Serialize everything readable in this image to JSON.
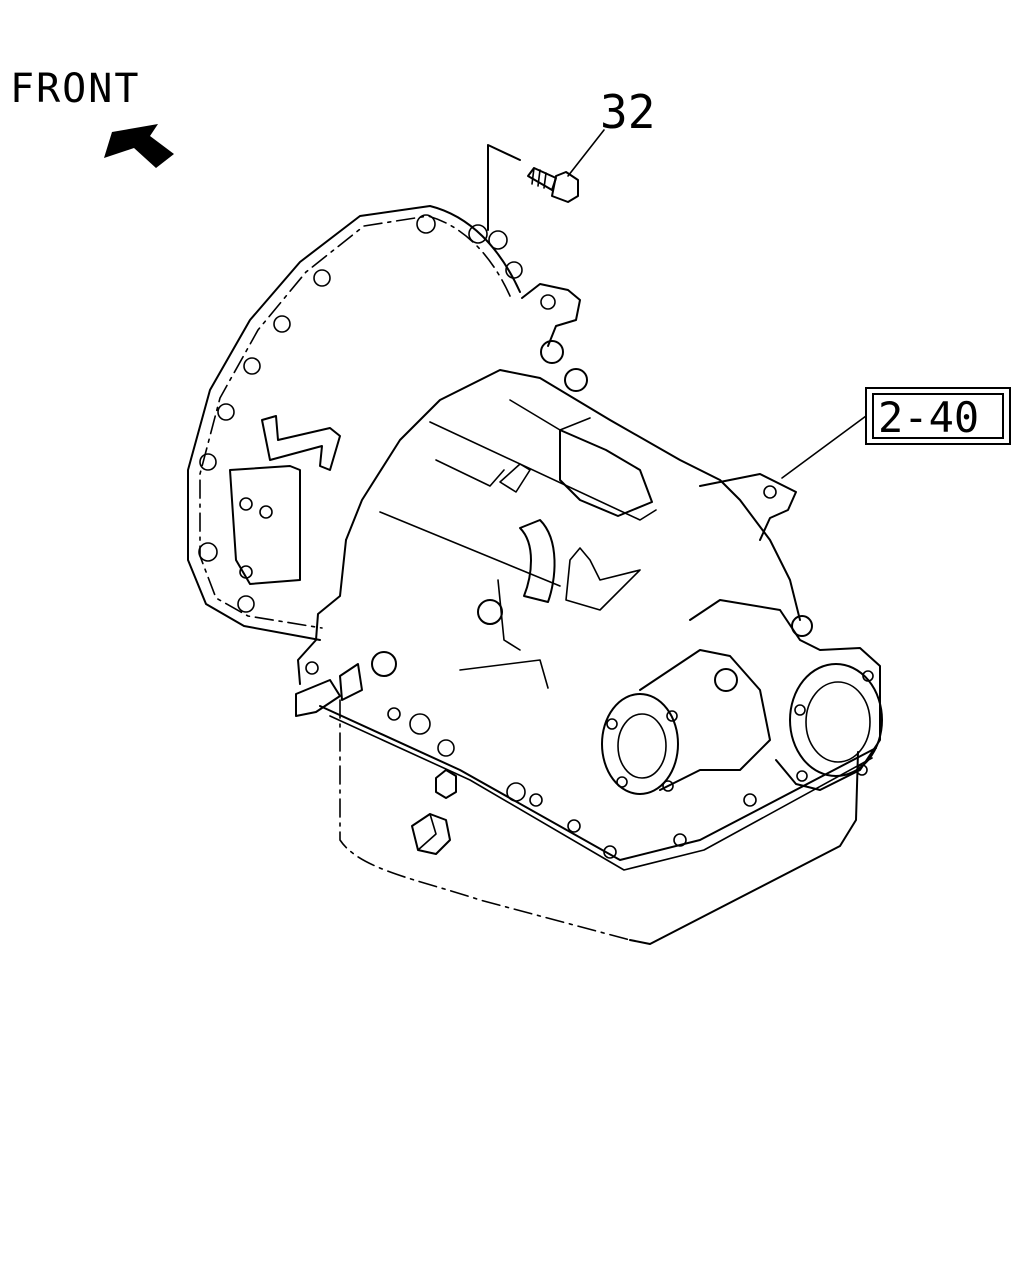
{
  "diagram": {
    "front_label": "FRONT",
    "callouts": {
      "bolt": "32",
      "assembly_ref": "2-40"
    },
    "icons": {
      "direction_arrow": "front-arrow-icon"
    },
    "colors": {
      "ink": "#000000",
      "background": "#ffffff"
    }
  }
}
